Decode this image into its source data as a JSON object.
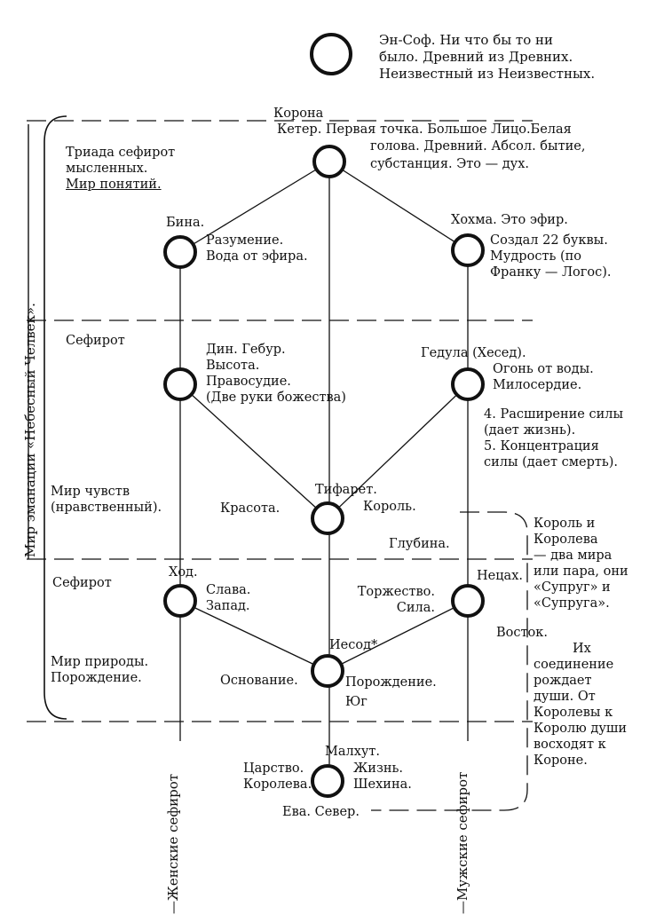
{
  "ensof": [
    "Эн-Соф. Ни что бы то ни",
    "было. Древний из Древних.",
    "Неизвестный из Неизвестных."
  ],
  "korona": "Корона",
  "keter": [
    "Кетер. Первая точка. Большое Лицо.Белая",
    "голова. Древний. Абсол. бытие,",
    "субстанция. Это — дух."
  ],
  "triad": [
    "Триада сефирот",
    "мысленных.",
    "Мир понятий."
  ],
  "bina_title": "Бина.",
  "bina_desc": [
    "Разумение.",
    "Вода от эфира."
  ],
  "hokhma_title": "Хохма. Это эфир.",
  "hokhma_desc": [
    "Создал 22 буквы.",
    "Мудрость (по",
    "Франку — Логос)."
  ],
  "sefirot_1": "Сефирот",
  "din": [
    "Дин. Гебур.",
    "Высота.",
    "Правосудие.",
    "(Две руки божества)"
  ],
  "gedula_title": "Гедула (Хесед).",
  "gedula_desc": [
    "Огонь от воды.",
    "Милосердие."
  ],
  "forces": [
    "4. Расширение силы",
    "(дает жизнь).",
    "5. Концентрация",
    "силы (дает смерть)."
  ],
  "world_feel": [
    "Мир чувств",
    "(нравственный)."
  ],
  "tifaret": "Тифарет.",
  "krasota": "Красота.",
  "korol": "Король.",
  "glubina": "Глубина.",
  "king_queen": [
    "Король и",
    "Королева",
    "— два мира",
    "или пара, они",
    "«Супруг» и",
    "«Супруга»."
  ],
  "vostok": "Восток.",
  "union": [
    "Их",
    "соединение",
    "рождает",
    "души. От",
    "Королевы к",
    "Королю души",
    "восходят к",
    "Короне."
  ],
  "sefirot_2": "Сефирот",
  "khod_title": "Ход.",
  "khod_desc": [
    "Слава.",
    "Запад."
  ],
  "netsakh_title": "Нецах.",
  "netsakh_desc": [
    "Торжество.",
    "Сила."
  ],
  "world_nature": [
    "Мир природы.",
    "Порождение."
  ],
  "iesod": "Иесод*",
  "osnovanie": "Основание.",
  "porozhdenie": "Порождение.",
  "yug": "Юг",
  "malkhut": "Малхут.",
  "tsarstvo": [
    "Царство.",
    "Королева."
  ],
  "zhizn": [
    "Жизнь.",
    "Шехина."
  ],
  "eva": "Ева. Север.",
  "mir_emanatsii": "Мир эманации «Небесный Челвек».",
  "female": "—Женские сефирот",
  "male": "—Мужские сефирот"
}
